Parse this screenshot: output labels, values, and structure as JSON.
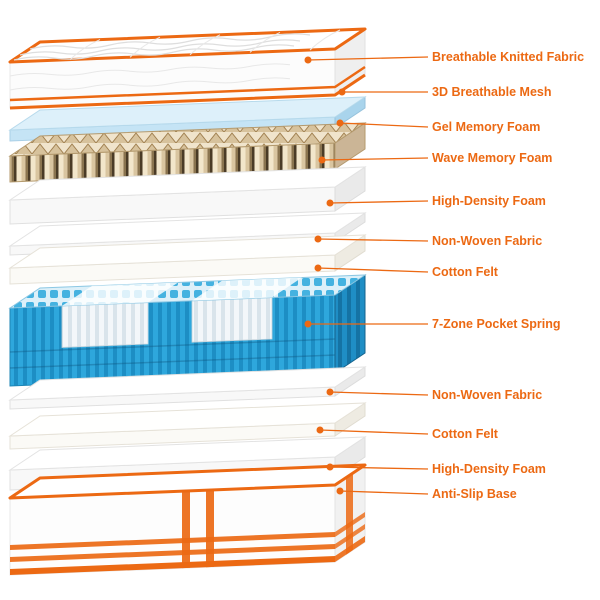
{
  "colors": {
    "accent": "#EC6913",
    "spring_blue": "#2EA7DC",
    "gel_blue": "#C5E4F5",
    "wave_tan": "#E6D5B6"
  },
  "diagram": {
    "type": "exploded-mattress-layer-diagram"
  },
  "labels": [
    {
      "text": "Breathable Knitted Fabric"
    },
    {
      "text": "3D Breathable Mesh"
    },
    {
      "text": "Gel Memory Foam"
    },
    {
      "text": "Wave Memory Foam"
    },
    {
      "text": "High-Density Foam"
    },
    {
      "text": "Non-Woven Fabric"
    },
    {
      "text": "Cotton Felt"
    },
    {
      "text": "7-Zone Pocket Spring"
    },
    {
      "text": "Non-Woven Fabric"
    },
    {
      "text": "Cotton Felt"
    },
    {
      "text": "High-Density Foam"
    },
    {
      "text": "Anti-Slip Base"
    }
  ]
}
